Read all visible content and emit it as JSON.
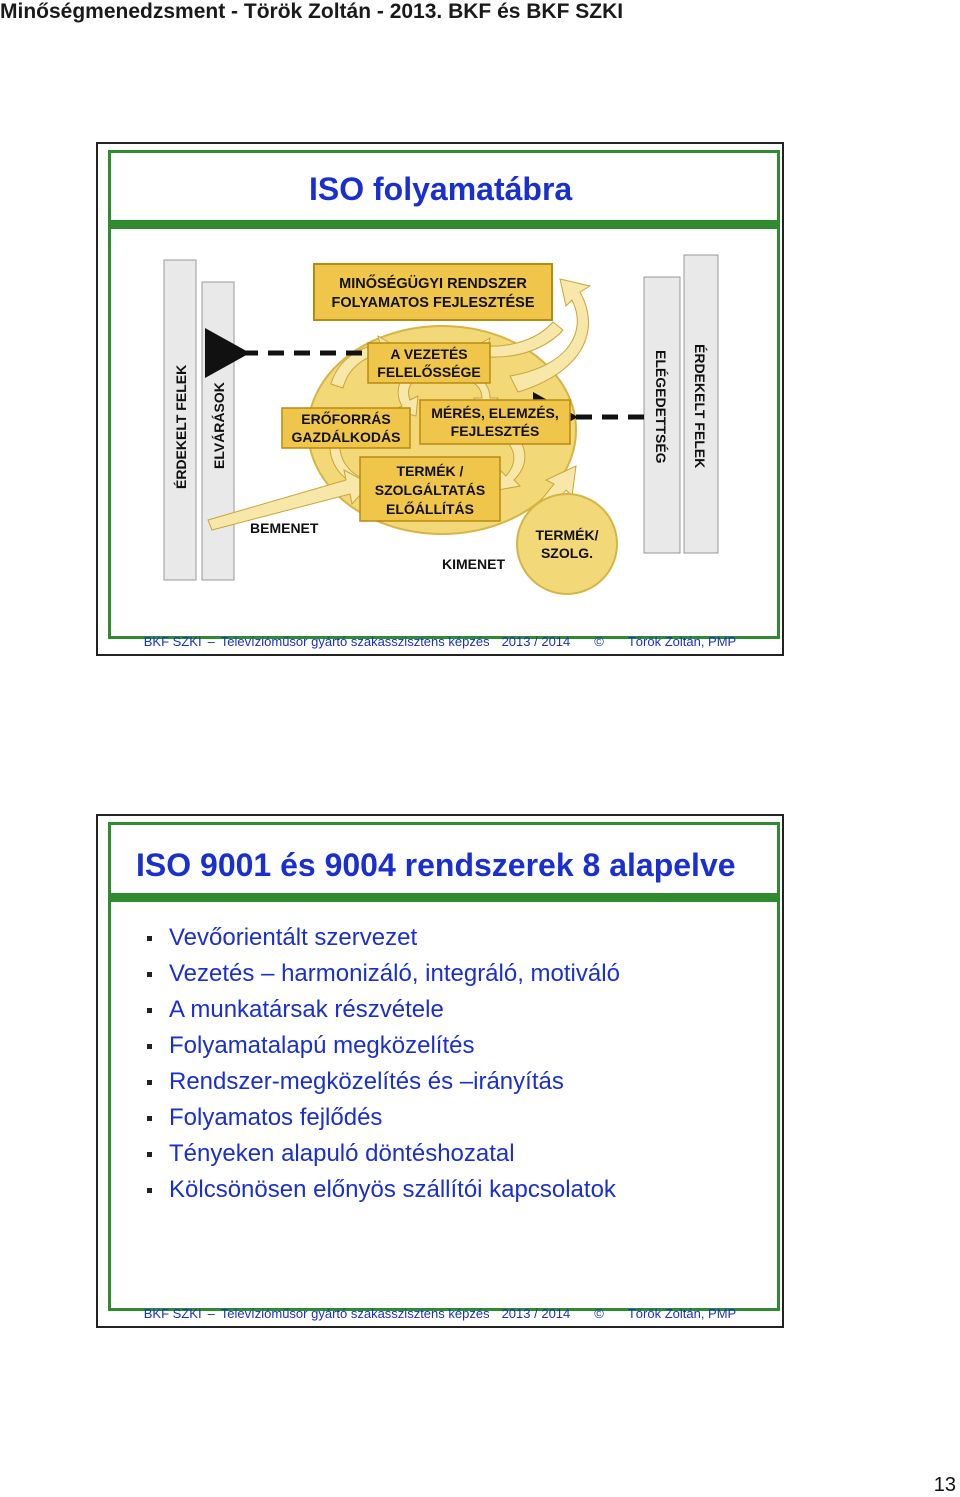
{
  "header": {
    "title": "Minőségmenedzsment - Török Zoltán - 2013. BKF és BKF SZKI"
  },
  "footer": {
    "school": "BKF SZKI",
    "dash": "–",
    "course": "Televízióműsor gyártó szakasszisztens képzés",
    "year": "2013 / 2014",
    "copyright": "©",
    "author": "Török Zoltán, PMP"
  },
  "slide1": {
    "title": "ISO folyamatábra",
    "diagram": {
      "left_outer": "ÉRDEKELT FELEK",
      "left_inner": "ELVÁRÁSOK",
      "right_inner": "ELÉGEDETTSÉG",
      "right_outer": "ÉRDEKELT FELEK",
      "top_box_line1": "MINŐSÉGÜGYI RENDSZER",
      "top_box_line2": "FOLYAMATOS FEJLESZTÉSE",
      "mgmt_line1": "A VEZETÉS",
      "mgmt_line2": "FELELŐSSÉGE",
      "resource_line1": "ERŐFORRÁS",
      "resource_line2": "GAZDÁLKODÁS",
      "measure_line1": "MÉRÉS, ELEMZÉS,",
      "measure_line2": "FEJLESZTÉS",
      "product_line1": "TERMÉK /",
      "product_line2": "SZOLGÁLTATÁS",
      "product_line3": "ELŐÁLLÍTÁS",
      "input": "BEMENET",
      "output": "KIMENET",
      "output_circle_line1": "TERMÉK/",
      "output_circle_line2": "SZOLG.",
      "colors": {
        "box": "#f0c64a",
        "box_border": "#b88a10",
        "ellipse": "#f3d877",
        "pillar": "#e9e9e9",
        "arrow": "#f7e7a8",
        "arrow_edge": "#c9a53a"
      }
    }
  },
  "slide2": {
    "title": "ISO 9001 és 9004 rendszerek 8 alapelve",
    "bullets": [
      "Vevőorientált szervezet",
      "Vezetés – harmonizáló, integráló, motiváló",
      "A munkatársak részvétele",
      "Folyamatalapú megközelítés",
      "Rendszer-megközelítés és –irányítás",
      "Folyamatos fejlődés",
      "Tényeken alapuló döntéshozatal",
      "Kölcsönösen előnyös szállítói kapcsolatok"
    ]
  },
  "page_number": "13",
  "accent": {
    "title_blue": "#1a2fd0",
    "frame_green": "#2e8b2e"
  }
}
